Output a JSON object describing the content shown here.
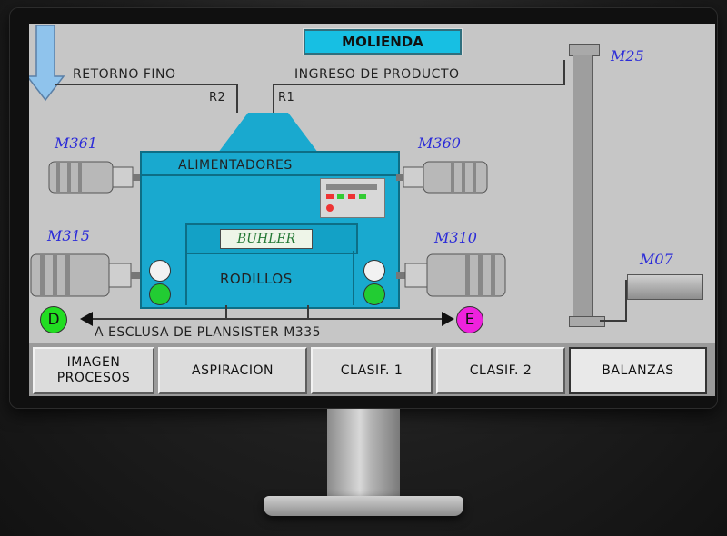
{
  "screen": {
    "title": "MOLIENDA",
    "flows": {
      "retorno_fino": "RETORNO FINO",
      "ingreso_producto": "INGRESO DE PRODUCTO",
      "r2": "R2",
      "r1": "R1",
      "esclusa": "A ESCLUSA DE PLANSISTER M335"
    },
    "machine": {
      "alimentadores": "ALIMENTADORES",
      "rodillos": "RODILLOS",
      "brand": "BUHLER"
    },
    "motors": {
      "m361": "M361",
      "m360": "M360",
      "m315": "M315",
      "m310": "M310",
      "m25": "M25",
      "m07": "M07"
    },
    "badges": {
      "d": "D",
      "e": "E"
    },
    "colors": {
      "machine": "#19a9cf",
      "title_bg": "#17bfe3",
      "motor_label": "#2b2bd8",
      "indicator_green": "#22cc33",
      "badge_d": "#22dd22",
      "badge_e": "#ee22dd",
      "screen_bg": "#c6c6c6"
    }
  },
  "nav": {
    "imagen_procesos": "IMAGEN\nPROCESOS",
    "aspiracion": "ASPIRACION",
    "clasif1": "CLASIF. 1",
    "clasif2": "CLASIF. 2",
    "balanzas": "BALANZAS"
  }
}
